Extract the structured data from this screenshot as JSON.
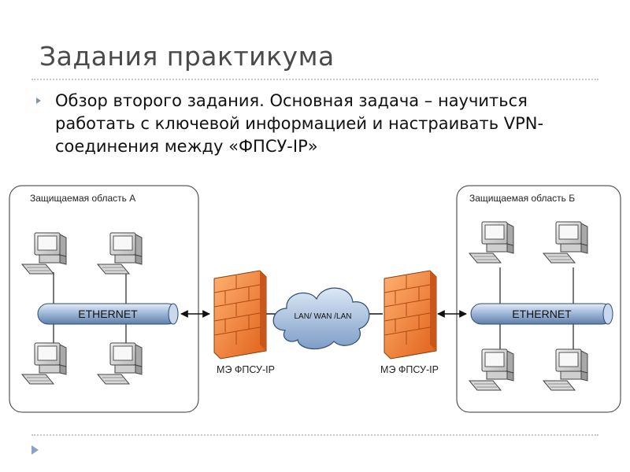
{
  "slide": {
    "title": "Задания практикума",
    "bullet": "Обзор второго задания. Основная задача – научиться работать с ключевой информацией и настраивать VPN-соединения между «ФПСУ-IP»"
  },
  "diagram": {
    "zone_a": {
      "label": "Защищаемая область А",
      "ethernet": "ETHERNET"
    },
    "zone_b": {
      "label": "Защищаемая область Б",
      "ethernet": "ETHERNET"
    },
    "firewall_left": {
      "label": "МЭ ФПСУ-IP"
    },
    "firewall_right": {
      "label": "МЭ ФПСУ-IP"
    },
    "cloud": {
      "label": "LAN/ WAN /LAN"
    }
  },
  "colors": {
    "firewall": "#f07f2a",
    "ethernet": "#9bb4d6",
    "cloud": "#9db7da"
  }
}
